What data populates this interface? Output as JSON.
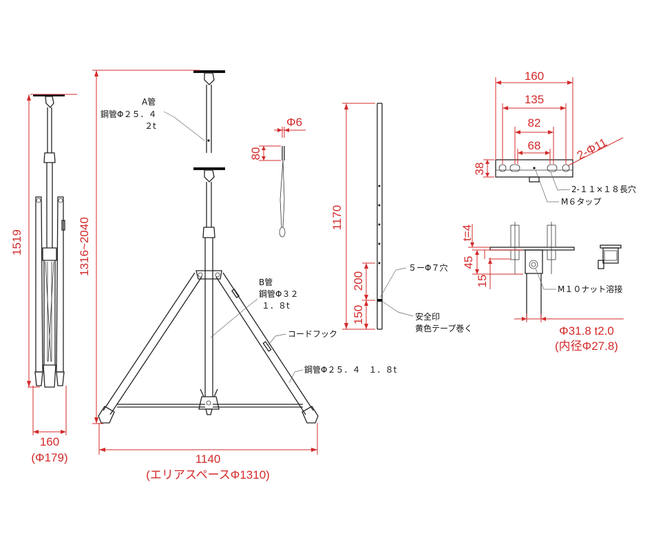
{
  "dimensions": {
    "height_folded": "1519",
    "width_folded": "160",
    "width_folded_dia": "(Φ179)",
    "height_range": "1316~2040",
    "span": "1140",
    "area_space": "(エリアスペースΦ1310)",
    "pin_dia": "Φ6",
    "pin_length": "80",
    "tube_length": "1170",
    "hole_pitch": "200",
    "mark_length": "150",
    "plate_width": "160",
    "plate_135": "135",
    "plate_82": "82",
    "plate_68": "68",
    "plate_height": "38",
    "plate_holes": "2-Φ11",
    "plate_t": "t=4",
    "bracket_45": "45",
    "bracket_15": "15",
    "bracket_pipe": "Φ31.8 t2.0",
    "bracket_inner": "(内径Φ27.8)"
  },
  "notes": {
    "a_pipe": "A管",
    "a_pipe_spec1": "鋼管Φ２５．４",
    "a_pipe_spec2": "２t",
    "b_pipe": "B管",
    "b_pipe_spec1": "鋼管Φ３２",
    "b_pipe_spec2": "１．８t",
    "cord_hook": "コードフック",
    "leg_pipe": "鋼管Φ２５．４　１．８t",
    "holes": "５ーΦ７穴",
    "safety_mark1": "安全印",
    "safety_mark2": "黄色テープ巻く",
    "slot_holes": "2-１１×１８長穴",
    "m6_tap": "M６タップ",
    "m10_nut": "M１０ナット溶接"
  }
}
